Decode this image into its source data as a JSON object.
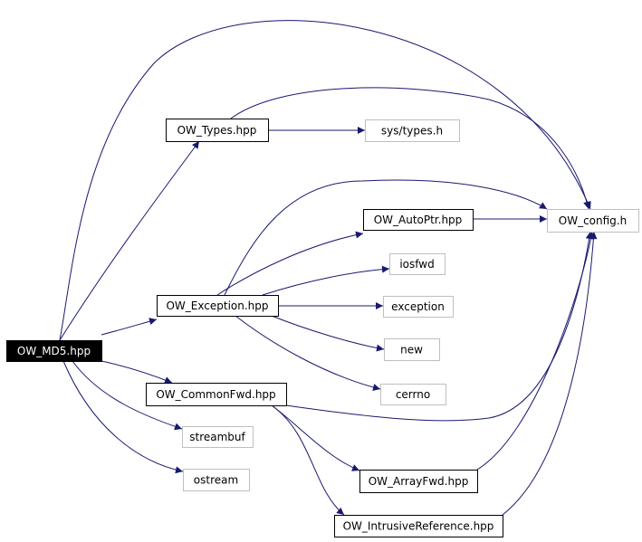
{
  "colors": {
    "edge": "#191970",
    "border_dark": "#000000",
    "border_light": "#bfbfbf",
    "root_fill": "#000000",
    "root_text": "#ffffff",
    "text": "#000000"
  },
  "nodes": {
    "md5": {
      "label": "OW_MD5.hpp",
      "style": "root"
    },
    "types": {
      "label": "OW_Types.hpp",
      "style": "dark"
    },
    "systypes": {
      "label": "sys/types.h",
      "style": "light"
    },
    "config": {
      "label": "OW_config.h",
      "style": "light"
    },
    "autoptr": {
      "label": "OW_AutoPtr.hpp",
      "style": "dark"
    },
    "iosfwd": {
      "label": "iosfwd",
      "style": "light"
    },
    "exception_hpp": {
      "label": "OW_Exception.hpp",
      "style": "dark"
    },
    "exception": {
      "label": "exception",
      "style": "light"
    },
    "new": {
      "label": "new",
      "style": "light"
    },
    "cerrno": {
      "label": "cerrno",
      "style": "light"
    },
    "commonfwd": {
      "label": "OW_CommonFwd.hpp",
      "style": "dark"
    },
    "streambuf": {
      "label": "streambuf",
      "style": "light"
    },
    "ostream": {
      "label": "ostream",
      "style": "light"
    },
    "arrayfwd": {
      "label": "OW_ArrayFwd.hpp",
      "style": "dark"
    },
    "intrusive": {
      "label": "OW_IntrusiveReference.hpp",
      "style": "dark"
    }
  },
  "edges": [
    {
      "from": "md5",
      "to": "types"
    },
    {
      "from": "md5",
      "to": "config"
    },
    {
      "from": "md5",
      "to": "exception_hpp"
    },
    {
      "from": "md5",
      "to": "commonfwd"
    },
    {
      "from": "md5",
      "to": "streambuf"
    },
    {
      "from": "md5",
      "to": "ostream"
    },
    {
      "from": "types",
      "to": "systypes"
    },
    {
      "from": "types",
      "to": "config"
    },
    {
      "from": "exception_hpp",
      "to": "config"
    },
    {
      "from": "exception_hpp",
      "to": "autoptr"
    },
    {
      "from": "exception_hpp",
      "to": "iosfwd"
    },
    {
      "from": "exception_hpp",
      "to": "exception"
    },
    {
      "from": "exception_hpp",
      "to": "new"
    },
    {
      "from": "exception_hpp",
      "to": "cerrno"
    },
    {
      "from": "autoptr",
      "to": "config"
    },
    {
      "from": "commonfwd",
      "to": "config"
    },
    {
      "from": "commonfwd",
      "to": "arrayfwd"
    },
    {
      "from": "commonfwd",
      "to": "intrusive"
    },
    {
      "from": "arrayfwd",
      "to": "config"
    },
    {
      "from": "intrusive",
      "to": "config"
    }
  ]
}
